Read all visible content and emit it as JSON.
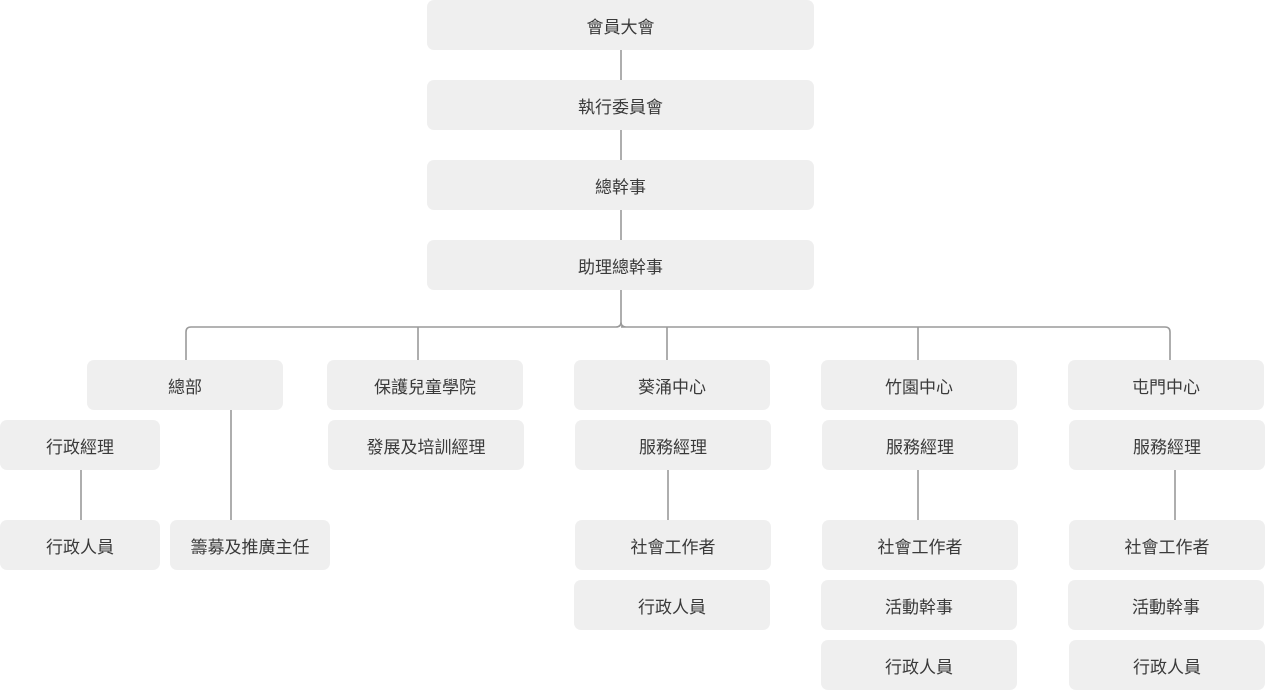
{
  "nodes": {
    "general_assembly": "會員大會",
    "executive_committee": "執行委員會",
    "director": "總幹事",
    "assistant_director": "助理總幹事",
    "headquarters": "總部",
    "hq_admin_manager": "行政經理",
    "hq_admin_staff": "行政人員",
    "hq_fundraising_officer": "籌募及推廣主任",
    "child_protection_academy": "保護兒童學院",
    "academy_development_training_manager": "發展及培訓經理",
    "kwai_chung_centre": "葵涌中心",
    "kwai_chung_service_manager": "服務經理",
    "kwai_chung_social_worker": "社會工作者",
    "kwai_chung_admin_staff": "行政人員",
    "chuk_yuen_centre": "竹園中心",
    "chuk_yuen_service_manager": "服務經理",
    "chuk_yuen_social_worker": "社會工作者",
    "chuk_yuen_activity_officer": "活動幹事",
    "chuk_yuen_admin_staff": "行政人員",
    "tuen_mun_centre": "屯門中心",
    "tuen_mun_service_manager": "服務經理",
    "tuen_mun_social_worker": "社會工作者",
    "tuen_mun_activity_officer": "活動幹事",
    "tuen_mun_admin_staff": "行政人員"
  },
  "colors": {
    "node_fill": "#efefef",
    "connector": "#9a9a9a",
    "text": "#3a3a3a"
  }
}
